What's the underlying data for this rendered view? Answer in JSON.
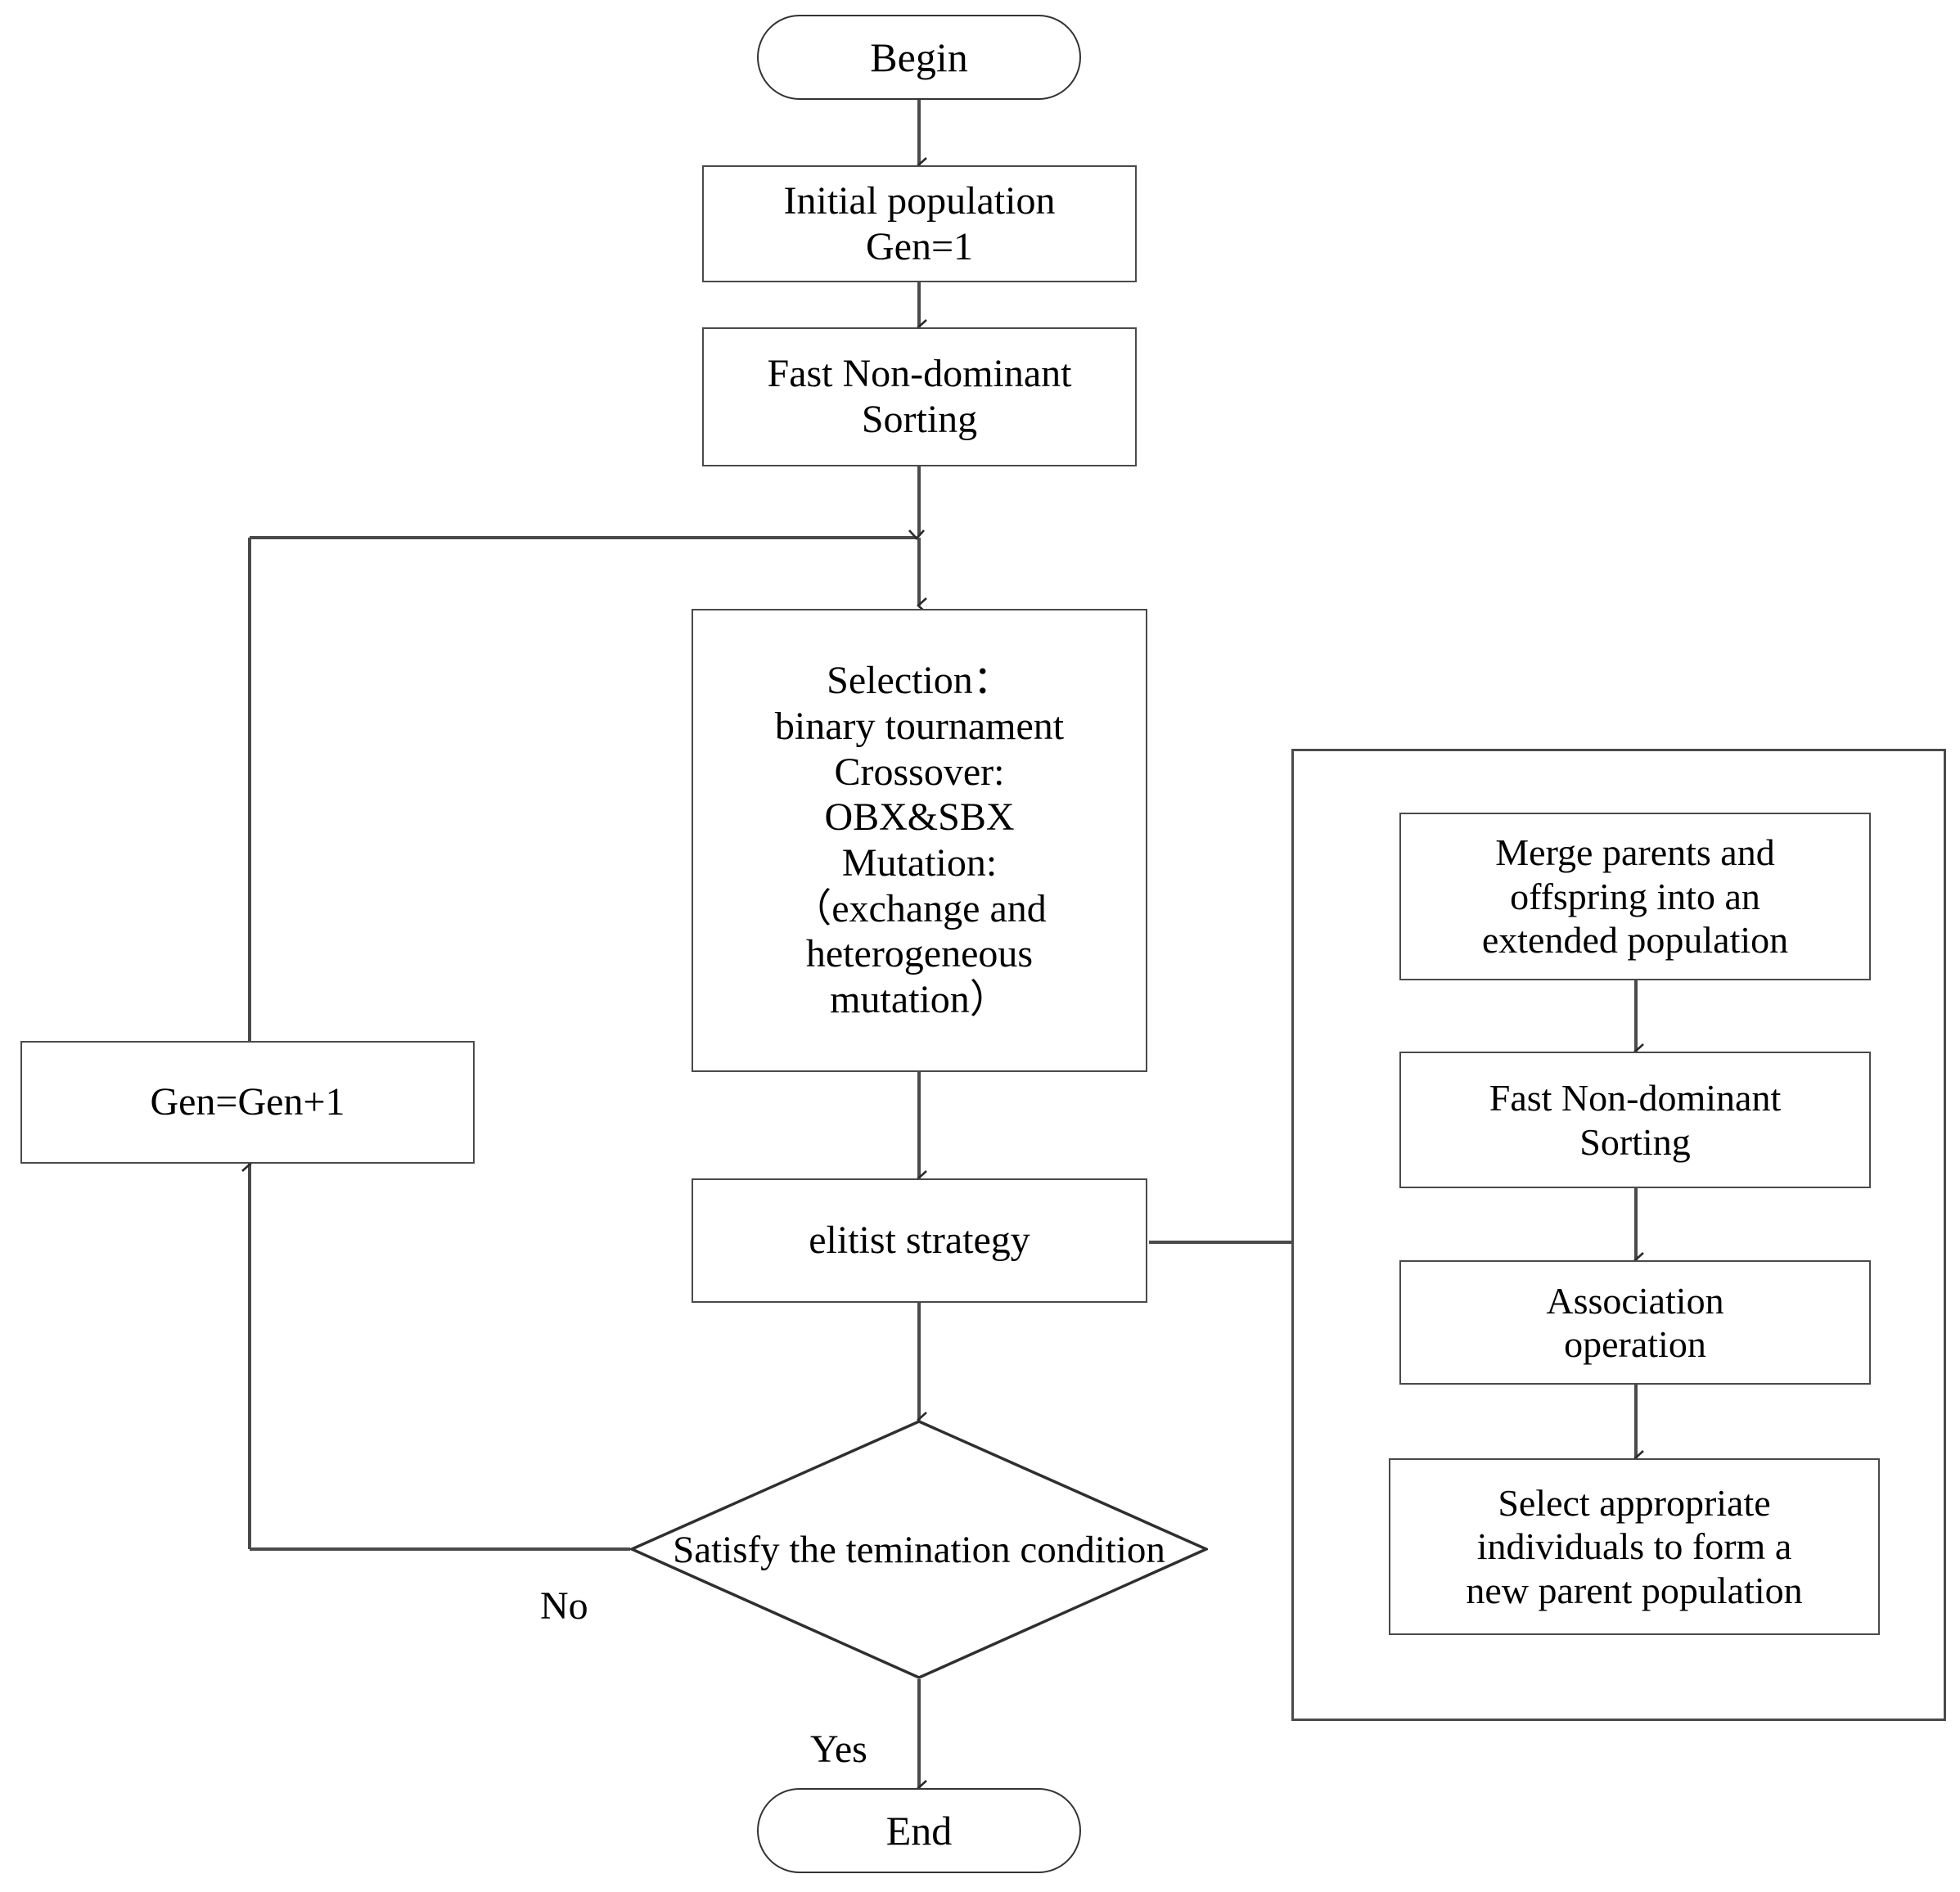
{
  "diagram": {
    "title": "NSGA-II evolutionary algorithm flowchart",
    "colors": {
      "stroke": "#4a4a4a",
      "text": "#000000",
      "background": "#ffffff"
    },
    "nodes": {
      "begin": {
        "label": "Begin",
        "shape": "terminal"
      },
      "initial_population": {
        "label": "Initial population\nGen=1",
        "shape": "process"
      },
      "fast_sorting_main": {
        "label": "Fast Non-dominant\nSorting",
        "shape": "process"
      },
      "genetic_operators": {
        "label": "Selection：\nbinary tournament\nCrossover:\nOBX&SBX\nMutation:\n（exchange and\nheterogeneous\nmutation）",
        "shape": "process"
      },
      "elitist_strategy": {
        "label": "elitist strategy",
        "shape": "process"
      },
      "termination_check": {
        "label": "Satisfy the temination\ncondition",
        "shape": "decision"
      },
      "end": {
        "label": "End",
        "shape": "terminal"
      },
      "gen_increment": {
        "label": "Gen=Gen+1",
        "shape": "process"
      },
      "merge_populations": {
        "label": "Merge parents and\noffspring into an\nextended population",
        "shape": "process"
      },
      "fast_sorting_sub": {
        "label": "Fast Non-dominant\nSorting",
        "shape": "process"
      },
      "association_operation": {
        "label": "Association\noperation",
        "shape": "process"
      },
      "select_individuals": {
        "label": "Select appropriate\nindividuals to form a\nnew parent population",
        "shape": "process"
      }
    },
    "edge_labels": {
      "no": "No",
      "yes": "Yes"
    },
    "subprocess_group": {
      "name": "elitist-strategy-detail-group"
    }
  }
}
